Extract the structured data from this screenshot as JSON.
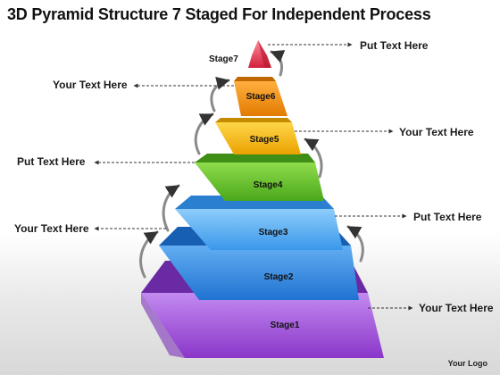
{
  "title": "3D Pyramid Structure 7 Staged For Independent Process",
  "stages": [
    {
      "label": "Stage1",
      "color": "#9d50d8"
    },
    {
      "label": "Stage2",
      "color": "#2f86e0"
    },
    {
      "label": "Stage3",
      "color": "#4aa8f0"
    },
    {
      "label": "Stage4",
      "color": "#5cbf25"
    },
    {
      "label": "Stage5",
      "color": "#f6b400"
    },
    {
      "label": "Stage6",
      "color": "#f28c0f"
    },
    {
      "label": "Stage7",
      "color": "#e0304a"
    }
  ],
  "callouts": {
    "stage7": "Put Text Here",
    "stage6": "Your Text Here",
    "stage5": "Your Text Here",
    "stage4": "Put Text Here",
    "stage3_left": "Your Text Here",
    "stage3_right": "Put Text Here",
    "stage1": "Your Text Here"
  },
  "logo": "Your Logo"
}
